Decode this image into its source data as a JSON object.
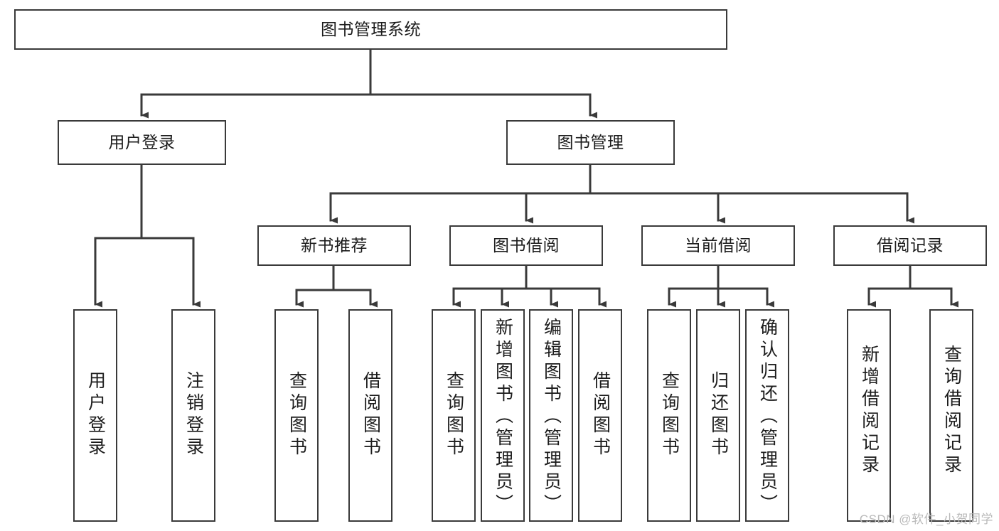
{
  "diagram": {
    "title": "图书管理系统",
    "type": "tree-hierarchy-chart",
    "colors": {
      "node_border": "#3a3a3a",
      "node_fill": "#ffffff",
      "edge": "#3a3a3a",
      "text": "#1c1c1c",
      "watermark": "#b9b9b9",
      "background": "#ffffff"
    },
    "root": {
      "label": "图书管理系统"
    },
    "level2": [
      {
        "label": "用户登录"
      },
      {
        "label": "图书管理"
      }
    ],
    "level3": [
      {
        "label": "新书推荐"
      },
      {
        "label": "图书借阅"
      },
      {
        "label": "当前借阅"
      },
      {
        "label": "借阅记录"
      }
    ],
    "leaves": {
      "user_login": [
        {
          "label": "用户登录"
        },
        {
          "label": "注销登录"
        }
      ],
      "new_book_recommend": [
        {
          "label": "查询图书"
        },
        {
          "label": "借阅图书"
        }
      ],
      "book_borrow": [
        {
          "label": "查询图书"
        },
        {
          "label": "新增图书（管理员）"
        },
        {
          "label": "编辑图书（管理员）"
        },
        {
          "label": "借阅图书"
        }
      ],
      "current_borrow": [
        {
          "label": "查询图书"
        },
        {
          "label": "归还图书"
        },
        {
          "label": "确认归还（管理员）"
        }
      ],
      "borrow_record": [
        {
          "label": "新增借阅记录"
        },
        {
          "label": "查询借阅记录"
        }
      ]
    }
  },
  "watermark": {
    "text": "CSDN @软件_小贺同学"
  }
}
